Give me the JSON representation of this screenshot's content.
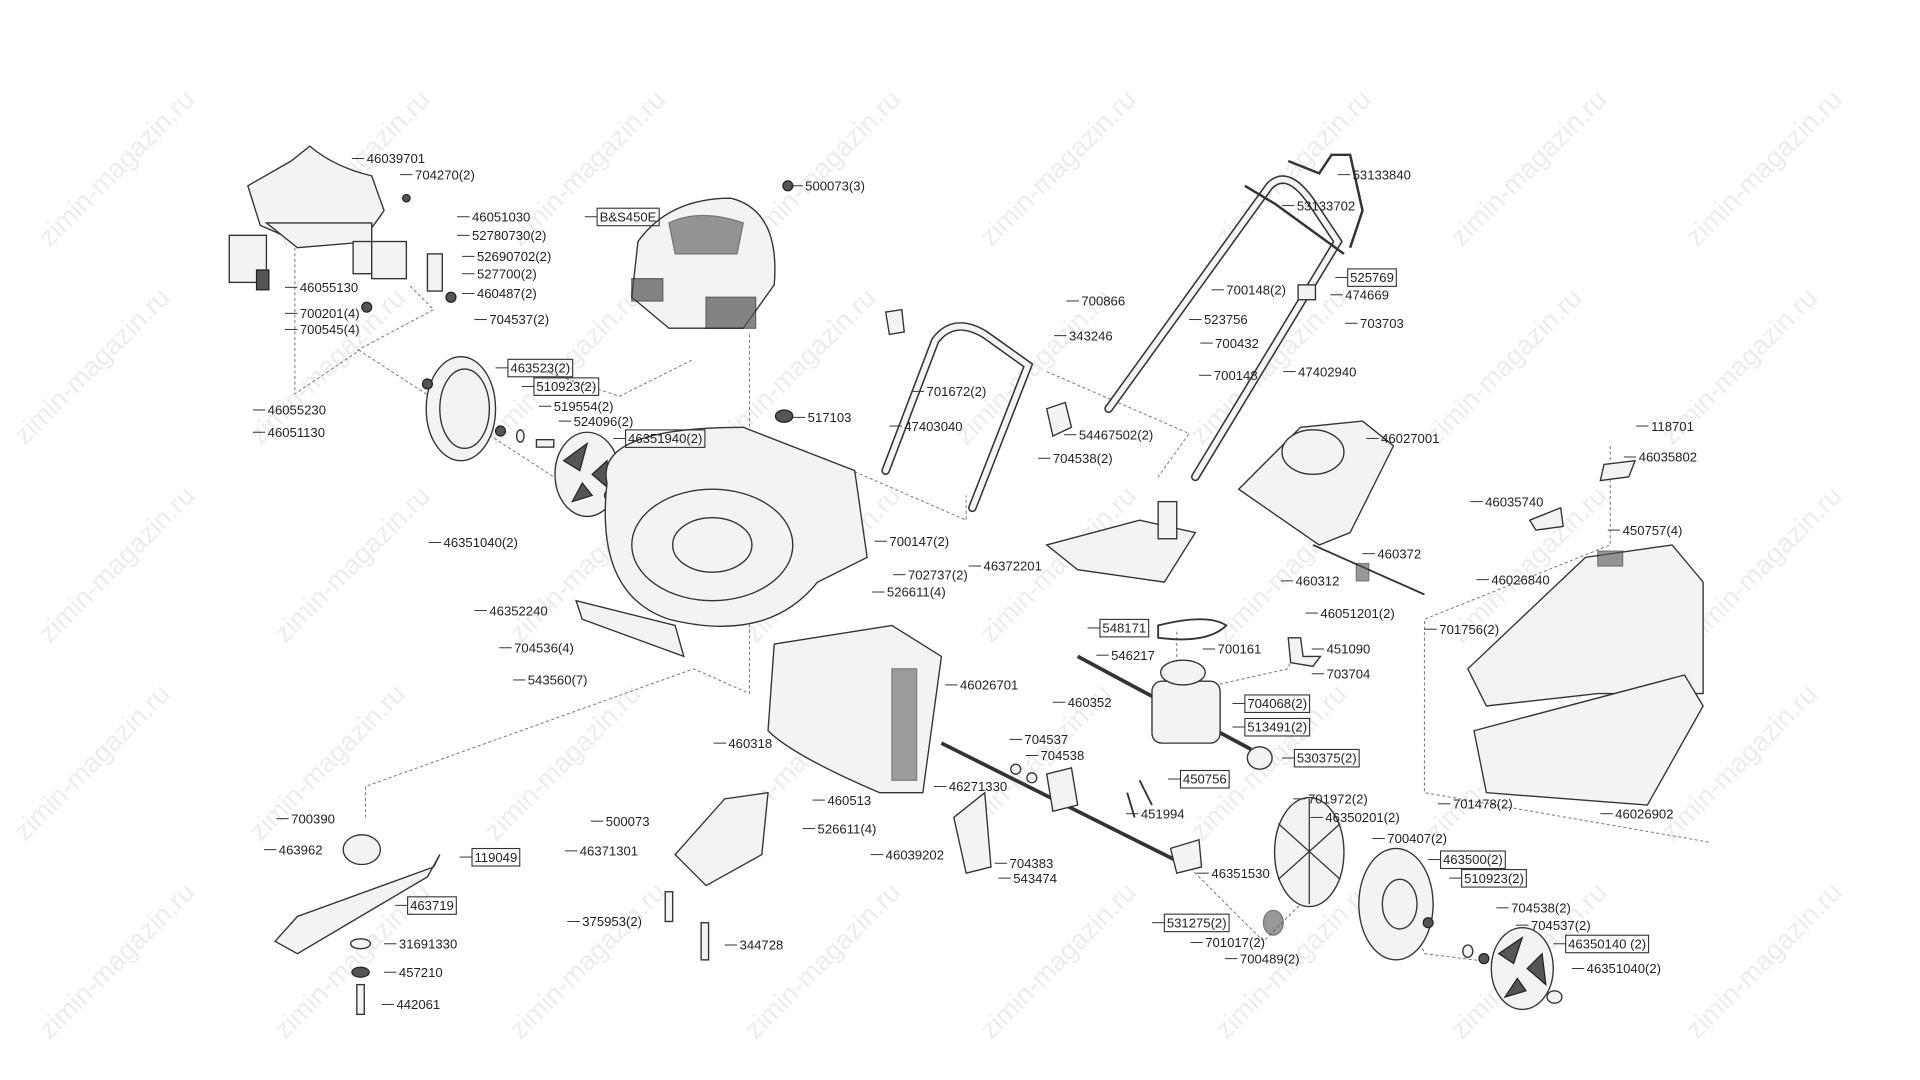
{
  "title": "Lawn mower exploded parts diagram",
  "watermark": "zimin-magazin.ru",
  "parts": [
    {
      "text": "46039701",
      "boxed": false
    },
    {
      "text": "704270(2)",
      "boxed": false
    },
    {
      "text": "46051030",
      "boxed": false
    },
    {
      "text": "52780730(2)",
      "boxed": false
    },
    {
      "text": "52690702(2)",
      "boxed": false
    },
    {
      "text": "527700(2)",
      "boxed": false
    },
    {
      "text": "460487(2)",
      "boxed": false
    },
    {
      "text": "704537(2)",
      "boxed": false
    },
    {
      "text": "46055130",
      "boxed": false
    },
    {
      "text": "700201(4)",
      "boxed": false
    },
    {
      "text": "700545(4)",
      "boxed": false
    },
    {
      "text": "46055230",
      "boxed": false
    },
    {
      "text": "46051130",
      "boxed": false
    },
    {
      "text": "B&S450E",
      "boxed": true
    },
    {
      "text": "500073(3)",
      "boxed": false
    },
    {
      "text": "463523(2)",
      "boxed": true
    },
    {
      "text": "510923(2)",
      "boxed": true
    },
    {
      "text": "519554(2)",
      "boxed": false
    },
    {
      "text": "524096(2)",
      "boxed": false
    },
    {
      "text": "46351940(2)",
      "boxed": true
    },
    {
      "text": "517103",
      "boxed": false
    },
    {
      "text": "46351040(2)",
      "boxed": false
    },
    {
      "text": "700147(2)",
      "boxed": false
    },
    {
      "text": "702737(2)",
      "boxed": false
    },
    {
      "text": "526611(4)",
      "boxed": false
    },
    {
      "text": "46352240",
      "boxed": false
    },
    {
      "text": "704536(4)",
      "boxed": false
    },
    {
      "text": "543560(7)",
      "boxed": false
    },
    {
      "text": "46026701",
      "boxed": false
    },
    {
      "text": "460318",
      "boxed": false
    },
    {
      "text": "460513",
      "boxed": false
    },
    {
      "text": "526611(4)",
      "boxed": false
    },
    {
      "text": "46039202",
      "boxed": false
    },
    {
      "text": "500073",
      "boxed": false
    },
    {
      "text": "46371301",
      "boxed": false
    },
    {
      "text": "375953(2)",
      "boxed": false
    },
    {
      "text": "344728",
      "boxed": false
    },
    {
      "text": "700390",
      "boxed": false
    },
    {
      "text": "463962",
      "boxed": false
    },
    {
      "text": "119049",
      "boxed": true
    },
    {
      "text": "463719",
      "boxed": true
    },
    {
      "text": "31691330",
      "boxed": false
    },
    {
      "text": "457210",
      "boxed": false
    },
    {
      "text": "442061",
      "boxed": false
    },
    {
      "text": "53133840",
      "boxed": false
    },
    {
      "text": "53133702",
      "boxed": false
    },
    {
      "text": "700866",
      "boxed": false
    },
    {
      "text": "525769",
      "boxed": true
    },
    {
      "text": "700148(2)",
      "boxed": false
    },
    {
      "text": "474669",
      "boxed": false
    },
    {
      "text": "523756",
      "boxed": false
    },
    {
      "text": "703703",
      "boxed": false
    },
    {
      "text": "343246",
      "boxed": false
    },
    {
      "text": "700432",
      "boxed": false
    },
    {
      "text": "700148",
      "boxed": false
    },
    {
      "text": "47402940",
      "boxed": false
    },
    {
      "text": "701672(2)",
      "boxed": false
    },
    {
      "text": "47403040",
      "boxed": false
    },
    {
      "text": "54467502(2)",
      "boxed": false
    },
    {
      "text": "704538(2)",
      "boxed": false
    },
    {
      "text": "46027001",
      "boxed": false
    },
    {
      "text": "46372201",
      "boxed": false
    },
    {
      "text": "460372",
      "boxed": false
    },
    {
      "text": "460312",
      "boxed": false
    },
    {
      "text": "46051201(2)",
      "boxed": false
    },
    {
      "text": "548171",
      "boxed": true
    },
    {
      "text": "546217",
      "boxed": false
    },
    {
      "text": "700161",
      "boxed": false
    },
    {
      "text": "451090",
      "boxed": false
    },
    {
      "text": "703704",
      "boxed": false
    },
    {
      "text": "460352",
      "boxed": false
    },
    {
      "text": "704068(2)",
      "boxed": true
    },
    {
      "text": "513491(2)",
      "boxed": true
    },
    {
      "text": "530375(2)",
      "boxed": true
    },
    {
      "text": "704537",
      "boxed": false
    },
    {
      "text": "704538",
      "boxed": false
    },
    {
      "text": "46271330",
      "boxed": false
    },
    {
      "text": "450756",
      "boxed": true
    },
    {
      "text": "451994",
      "boxed": false
    },
    {
      "text": "701972(2)",
      "boxed": false
    },
    {
      "text": "46350201(2)",
      "boxed": false
    },
    {
      "text": "700407(2)",
      "boxed": false
    },
    {
      "text": "704383",
      "boxed": false
    },
    {
      "text": "543474",
      "boxed": false
    },
    {
      "text": "46351530",
      "boxed": false
    },
    {
      "text": "463500(2)",
      "boxed": true
    },
    {
      "text": "510923(2)",
      "boxed": true
    },
    {
      "text": "531275(2)",
      "boxed": true
    },
    {
      "text": "701017(2)",
      "boxed": false
    },
    {
      "text": "704538(2)",
      "boxed": false
    },
    {
      "text": "704537(2)",
      "boxed": false
    },
    {
      "text": "700489(2)",
      "boxed": false
    },
    {
      "text": "46350140 (2)",
      "boxed": true
    },
    {
      "text": "46351040(2)",
      "boxed": false
    },
    {
      "text": "118701",
      "boxed": false
    },
    {
      "text": "46035802",
      "boxed": false
    },
    {
      "text": "46035740",
      "boxed": false
    },
    {
      "text": "450757(4)",
      "boxed": false
    },
    {
      "text": "46026840",
      "boxed": false
    },
    {
      "text": "701756(2)",
      "boxed": false
    },
    {
      "text": "701478(2)",
      "boxed": false
    },
    {
      "text": "46026902",
      "boxed": false
    }
  ]
}
